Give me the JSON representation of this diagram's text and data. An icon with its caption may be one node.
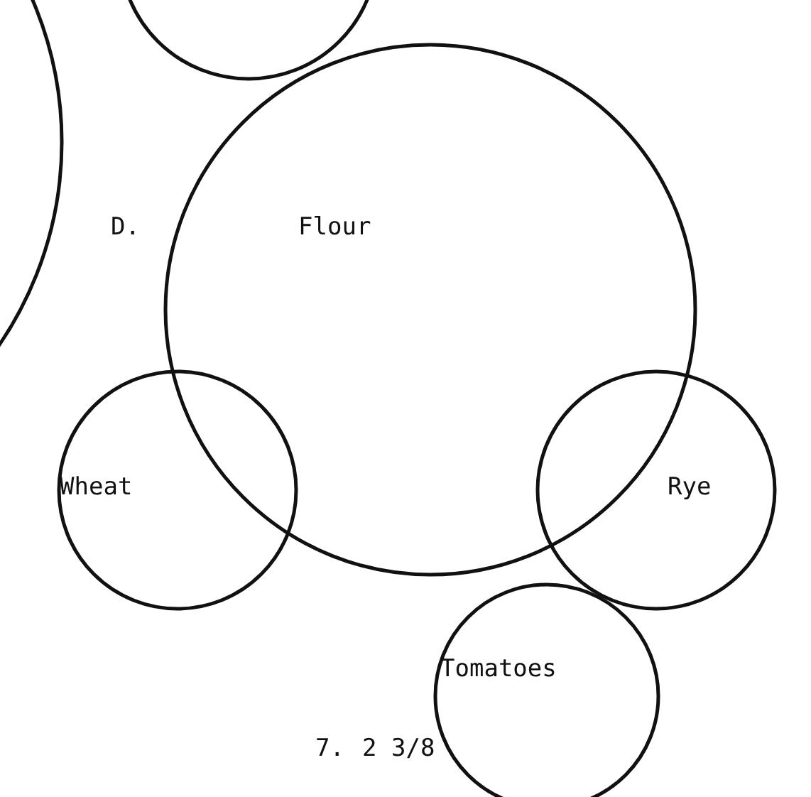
{
  "diagram": {
    "nodes": [
      {
        "text": [],
        "shape": "circle"
      },
      {
        "text": [],
        "shape": "circle"
      },
      {
        "text": [
          "Flour"
        ]
      },
      {
        "text": [
          "Wheat"
        ]
      },
      {
        "text": [
          "Rye"
        ]
      },
      {
        "text": [
          "Tomatoes"
        ]
      }
    ],
    "edges": [],
    "labels": [
      "D.",
      "7.",
      "2 3/8"
    ]
  }
}
